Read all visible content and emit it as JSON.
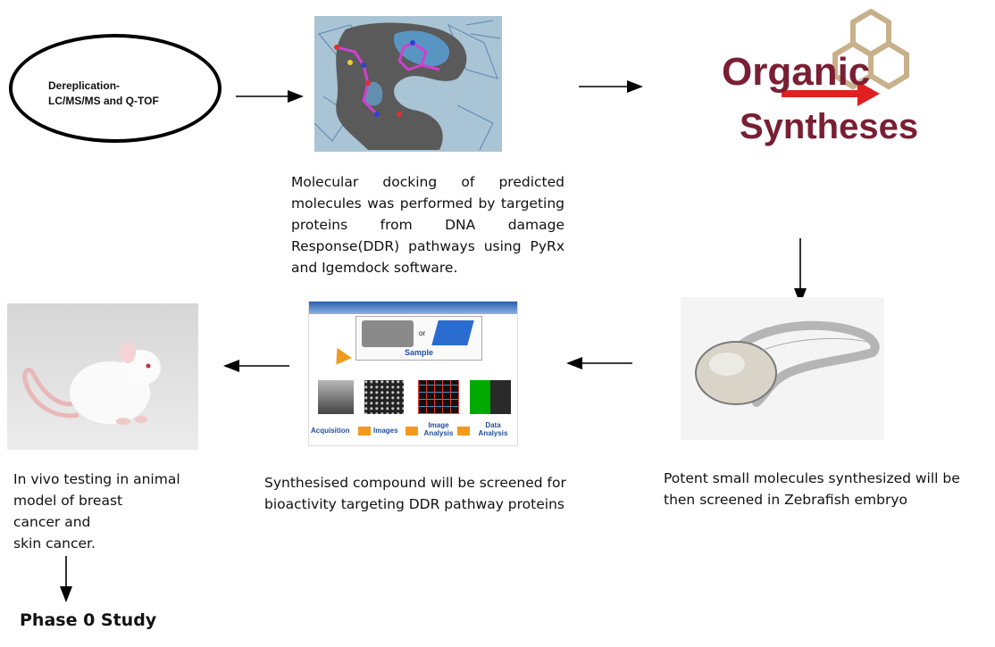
{
  "dereplication": {
    "line1": "Dereplication-",
    "line2": "LC/MS/MS and Q-TOF"
  },
  "docking": {
    "caption": "Molecular docking of predicted molecules was performed by targeting proteins from DNA damage Response(DDR) pathways using PyRx and Igemdock software."
  },
  "organic_synthesis": {
    "logo_line1": "Organic",
    "logo_line2": "Syntheses"
  },
  "zebrafish": {
    "caption_line1": "Potent small molecules synthesized will be",
    "caption_line2": "then screened in Zebrafish embryo"
  },
  "screening": {
    "caption_line1": "Synthesised compound will be screened for",
    "caption_line2": "bioactivity targeting DDR pathway proteins",
    "sample_label": "Sample",
    "or_label": "or",
    "steps": [
      "Acquisition",
      "Images",
      "Image Analysis",
      "Data Analysis"
    ]
  },
  "in_vivo": {
    "lines": [
      "In vivo testing in animal",
      "model of breast",
      "cancer and",
      "skin cancer."
    ]
  },
  "phase": {
    "label": "Phase 0 Study"
  },
  "colors": {
    "organic_logo_text": "#7a1f33",
    "logo_arrow": "#e02020",
    "hexagon": "#c8b08a",
    "screening_arrows": "#f39a1e",
    "screening_header": "#1f4f9c"
  }
}
